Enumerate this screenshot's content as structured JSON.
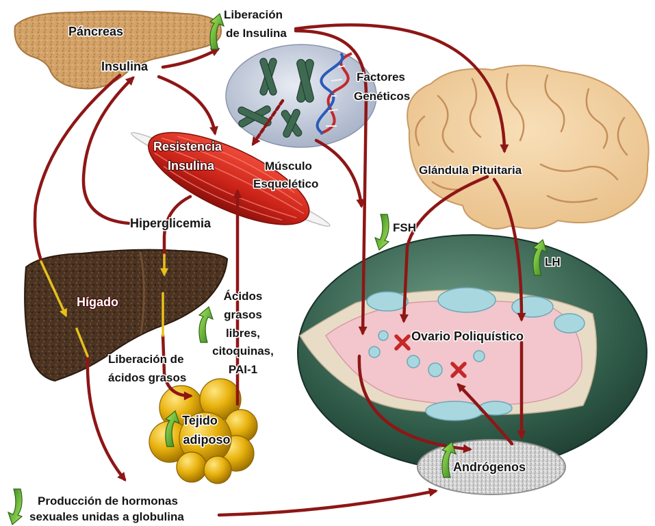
{
  "diagram": {
    "pancreas": {
      "label": "Páncreas",
      "insulin": "Insulina"
    },
    "insulin_release": {
      "line1": "Liberación",
      "line2": "de Insulina"
    },
    "genetic_factors": {
      "line1": "Factores",
      "line2": "Genéticos"
    },
    "muscle": {
      "resistance_line1": "Resistencia",
      "resistance_line2": "Insulina",
      "name_line1": "Músculo",
      "name_line2": "Esquelético"
    },
    "pituitary": {
      "label": "Glándula Pituitaria"
    },
    "hyperglycemia": {
      "label": "Hiperglicemia"
    },
    "fsh": {
      "label": "FSH"
    },
    "lh": {
      "label": "LH"
    },
    "liver": {
      "label": "Hígado"
    },
    "fatty_acids": {
      "lines": [
        "Ácidos",
        "grasos",
        "libres,",
        "citoquinas,",
        "PAI-1"
      ]
    },
    "fatty_acid_release": {
      "line1": "Liberación de",
      "line2": "ácidos grasos"
    },
    "adipose": {
      "line1": "Tejido",
      "line2": "adiposo"
    },
    "ovary": {
      "label": "Ovario Poliquístico"
    },
    "androgens": {
      "label": "Andrógenos"
    },
    "shbg": {
      "line1": "Producción de hormonas",
      "line2": "sexuales unidas a globulina"
    }
  },
  "indicators": {
    "insulin_release": "increase-arrow-icon",
    "fsh": "decrease-arrow-icon",
    "lh": "increase-arrow-icon",
    "fatty_acids": "increase-arrow-icon",
    "adipose": "increase-arrow-icon",
    "androgens": "increase-arrow-icon",
    "shbg": "decrease-arrow-icon",
    "ovary_blocks": [
      "inhibition-x-icon",
      "inhibition-x-icon"
    ]
  },
  "colors": {
    "pathway_arrow": "#8e1616",
    "liver_internal_arrow": "#e6c21c",
    "change_indicator": "#4caf2a",
    "inhibition_mark": "#c62828",
    "pancreas": "#d3a268",
    "brain": "#f2d3a6",
    "liver": "#4b3322",
    "muscle": "#d33026",
    "adipose": "#e8b20e",
    "ovary_outer": "#2f5a48",
    "ovary_inner": "#f2c6cc",
    "cyst": "#a9d7e0",
    "androgens": "#d6d6d6"
  }
}
